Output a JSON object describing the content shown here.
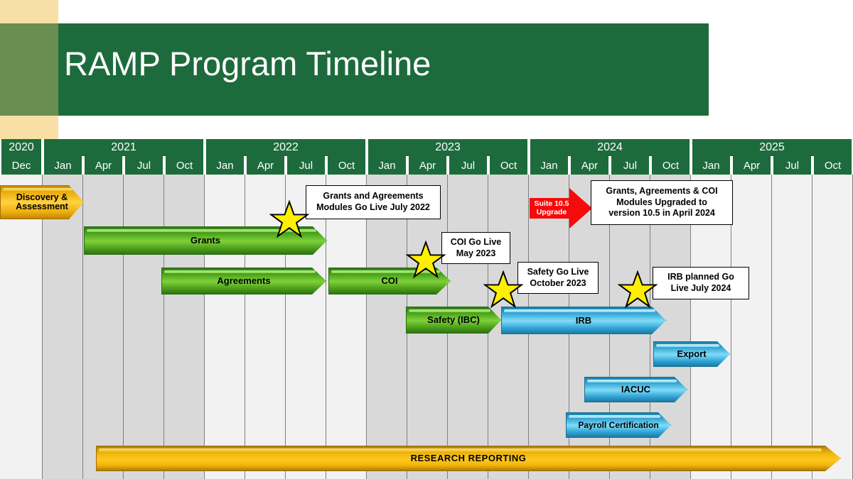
{
  "title": {
    "text": "RAMP Program Timeline",
    "banner_color": "#1d6b3d",
    "accent_tan": "#f7dfa5",
    "accent_olive": "#6a8d52"
  },
  "timeline": {
    "years": [
      {
        "label": "2020",
        "span": 1
      },
      {
        "label": "2021",
        "span": 4
      },
      {
        "label": "2022",
        "span": 4
      },
      {
        "label": "2023",
        "span": 4
      },
      {
        "label": "2024",
        "span": 4
      },
      {
        "label": "2025",
        "span": 4
      }
    ],
    "months": [
      "Dec",
      "Jan",
      "Apr",
      "Jul",
      "Oct",
      "Jan",
      "Apr",
      "Jul",
      "Oct",
      "Jan",
      "Apr",
      "Jul",
      "Oct",
      "Jan",
      "Apr",
      "Jul",
      "Oct",
      "Jan",
      "Apr",
      "Jul",
      "Oct"
    ],
    "grid_color": "#808080",
    "band_light": "#f2f2f2",
    "band_dark": "#d9d9d9"
  },
  "bars": [
    {
      "name": "discovery-assessment",
      "label": "Discovery &\nAssessment",
      "color": "orange"
    },
    {
      "name": "grants",
      "label": "Grants",
      "color": "green"
    },
    {
      "name": "agreements",
      "label": "Agreements",
      "color": "green"
    },
    {
      "name": "coi",
      "label": "COI",
      "color": "green"
    },
    {
      "name": "safety-ibc",
      "label": "Safety (IBC)",
      "color": "green"
    },
    {
      "name": "irb",
      "label": "IRB",
      "color": "blue"
    },
    {
      "name": "export",
      "label": "Export",
      "color": "blue"
    },
    {
      "name": "iacuc",
      "label": "IACUC",
      "color": "blue"
    },
    {
      "name": "payroll-certification",
      "label": "Payroll Certification",
      "color": "blue"
    },
    {
      "name": "suite-upgrade",
      "label": "Suite 10.5\nUpgrade",
      "color": "red"
    },
    {
      "name": "research-reporting",
      "label": "RESEARCH REPORTING",
      "color": "gold"
    }
  ],
  "callouts": [
    {
      "name": "callout-grants-agreements",
      "line1": "Grants and Agreements",
      "line2": "Modules Go Live July 2022"
    },
    {
      "name": "callout-coi",
      "line1": "COI Go Live",
      "line2": "May 2023"
    },
    {
      "name": "callout-safety",
      "line1": "Safety Go Live",
      "line2": "October 2023"
    },
    {
      "name": "callout-upgrade",
      "line1": "Grants, Agreements & COI",
      "line2": "Modules Upgraded to",
      "line3": "version 10.5 in April 2024"
    },
    {
      "name": "callout-irb",
      "line1": "IRB planned Go",
      "line2": "Live July 2024"
    }
  ],
  "milestones": [
    {
      "name": "milestone-star-grants"
    },
    {
      "name": "milestone-star-coi"
    },
    {
      "name": "milestone-star-safety"
    },
    {
      "name": "milestone-star-irb"
    }
  ]
}
